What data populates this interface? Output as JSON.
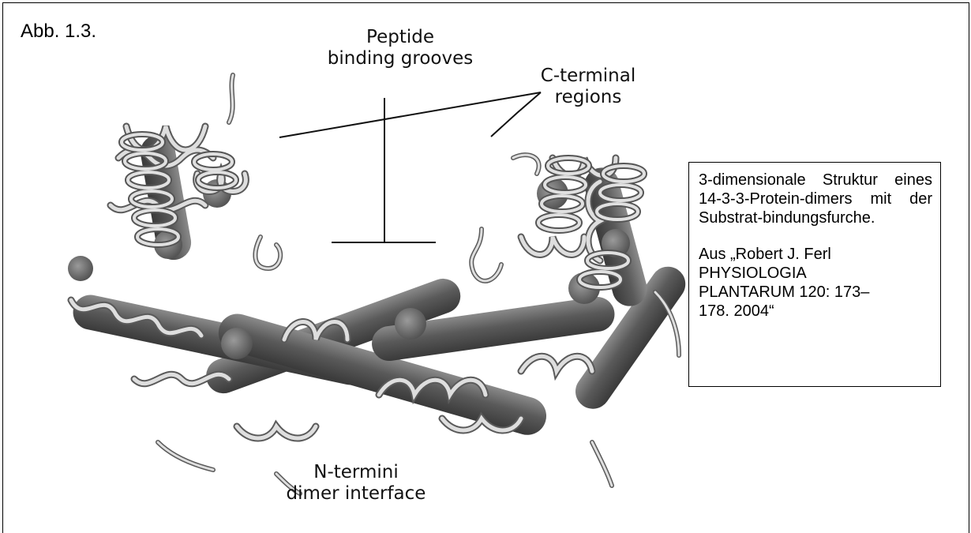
{
  "figure": {
    "label": "Abb. 1.3.",
    "annotations": {
      "peptide_grooves": [
        "Peptide",
        "binding grooves"
      ],
      "c_terminal": [
        "C-terminal",
        "regions"
      ],
      "n_termini": [
        "N-termini",
        "dimer interface"
      ]
    },
    "image_subject": "14-3-3 protein dimer ribbon structure"
  },
  "caption": {
    "main": "3-dimensionale Struktur eines 14-3-3-Protein-dimers mit der Substrat-bindungsfurche.",
    "source": "Aus „Robert J. Ferl\nPHYSIOLOGIA\nPLANTARUM 120: 173–\n178. 2004“"
  },
  "colors": {
    "helix_dark": "#4a4a4a",
    "helix_mid": "#7a7a7a",
    "ribbon": "#d6d6d6",
    "ribbon_edge": "#5a5a5a"
  }
}
